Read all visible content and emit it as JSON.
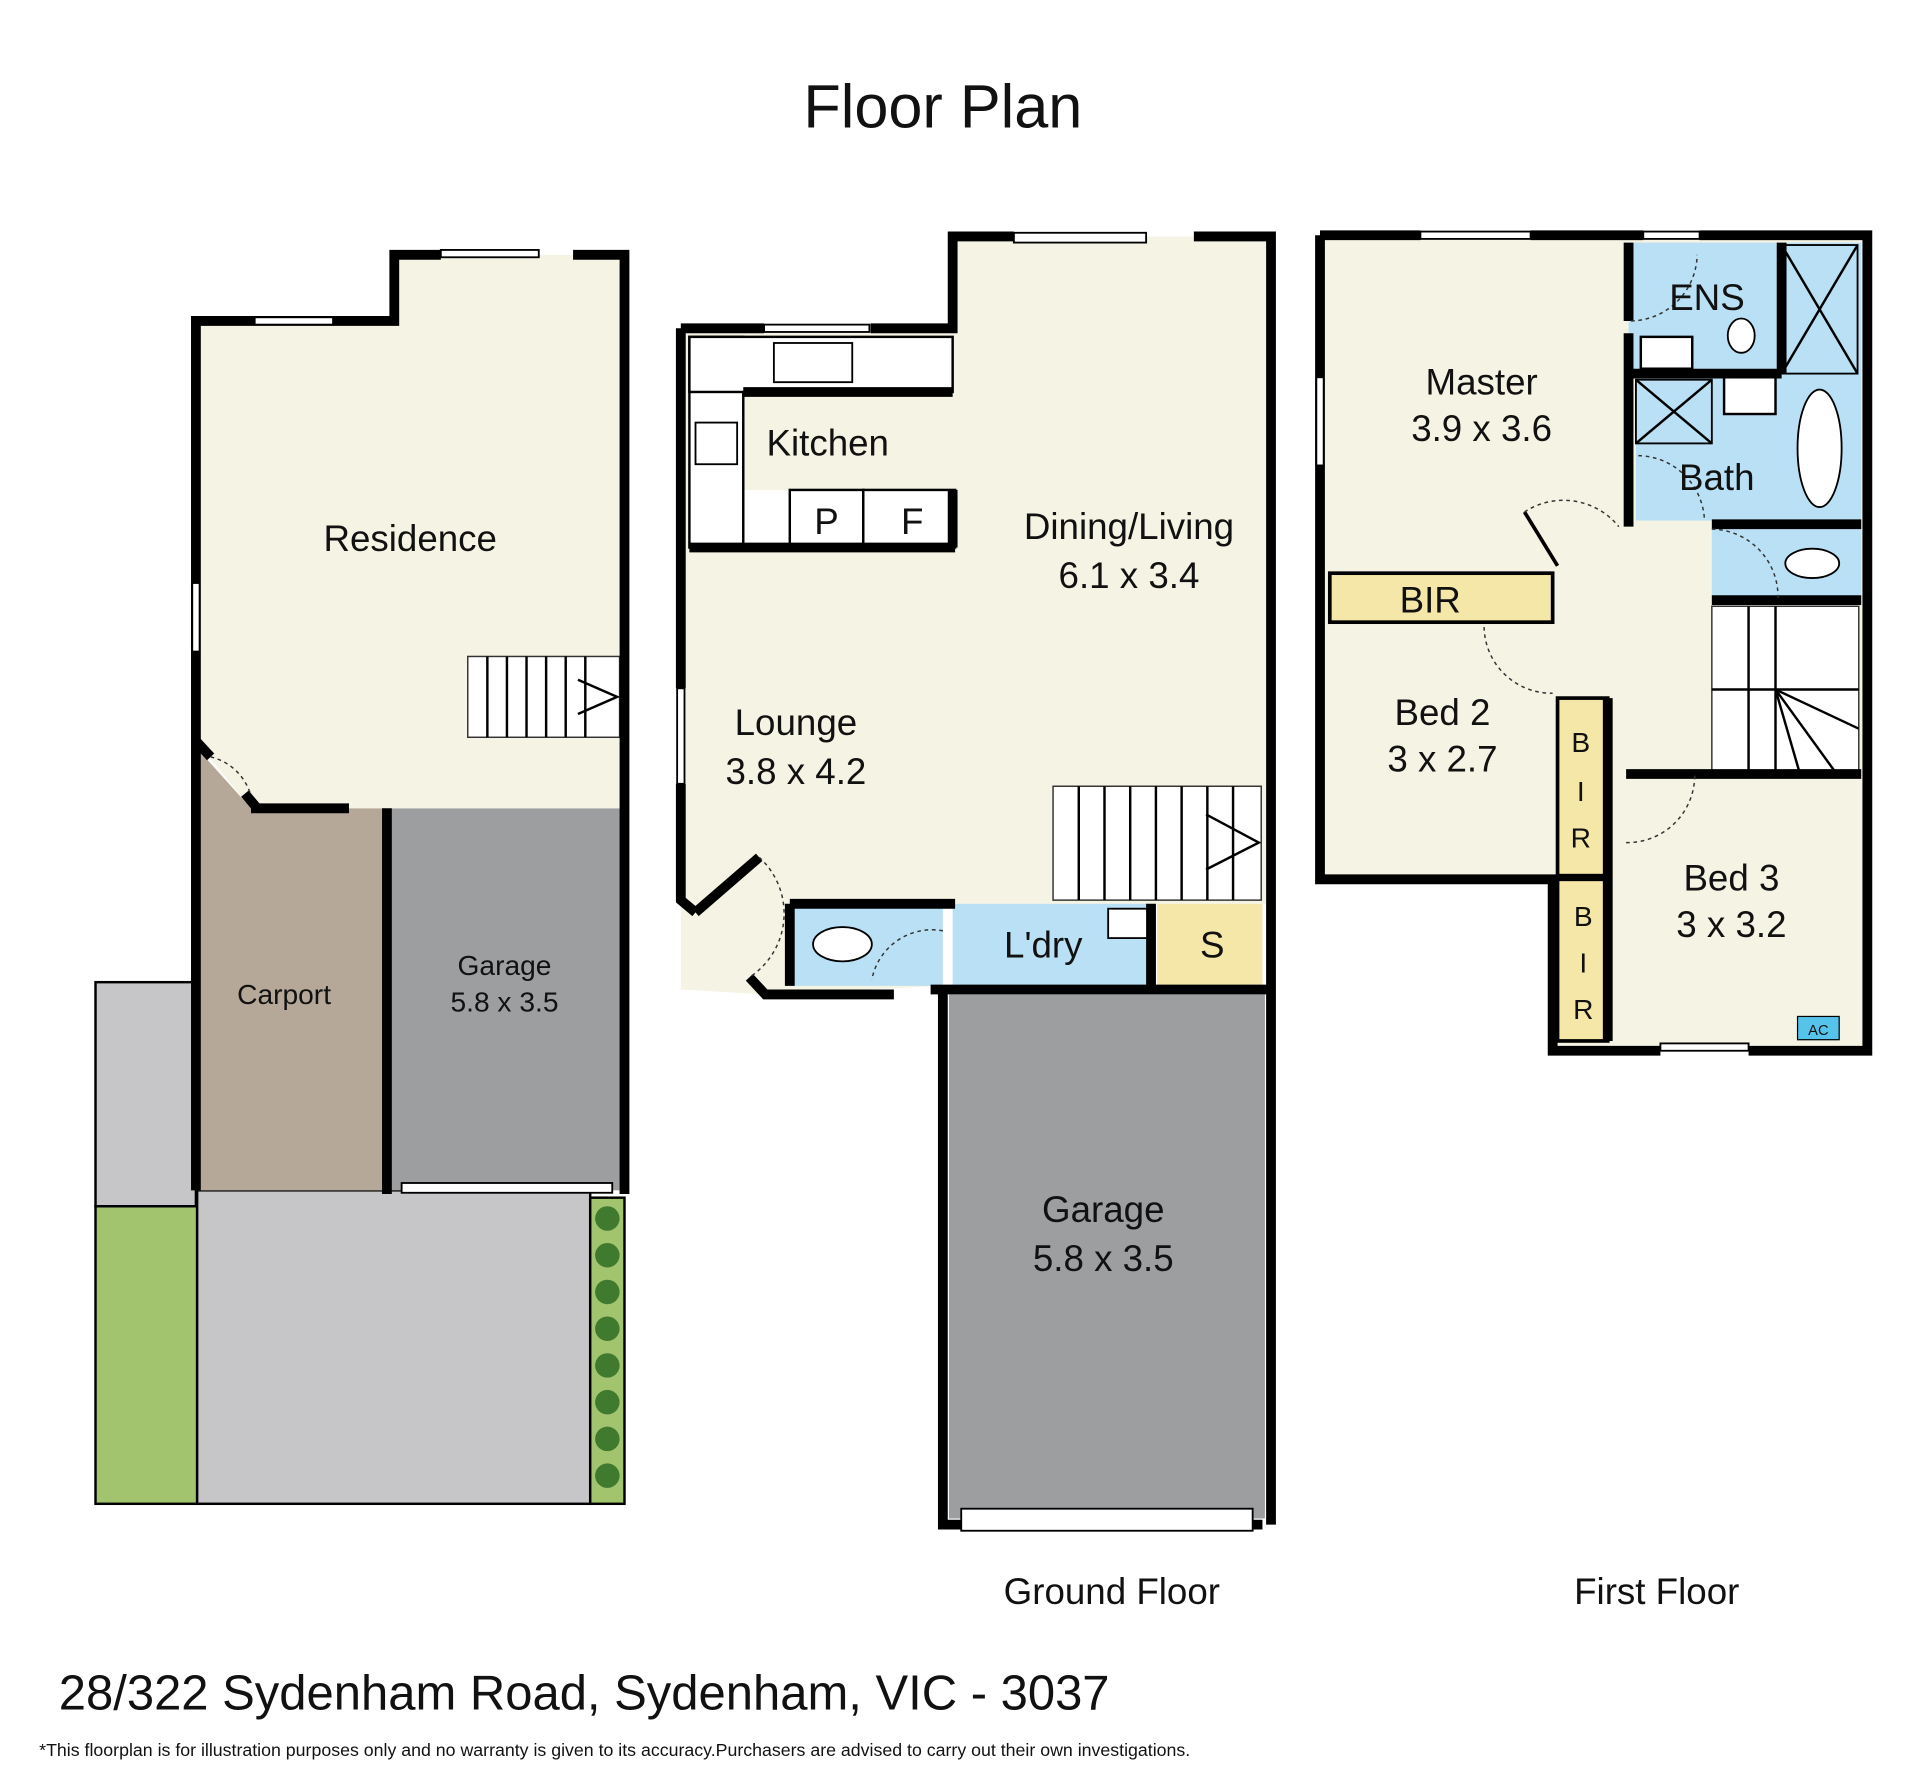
{
  "title": "Floor Plan",
  "address": "28/322 Sydenham Road, Sydenham, VIC - 3037",
  "disclaimer": "*This floorplan is for illustration purposes only and no warranty is given to its accuracy.Purchasers are advised to carry out their own investigations.",
  "site": {
    "residence": "Residence",
    "carport": "Carport",
    "garage": {
      "name": "Garage",
      "size": "5.8 x 3.5"
    }
  },
  "ground_floor": {
    "label": "Ground Floor",
    "kitchen": "Kitchen",
    "pantry": "P",
    "fridge": "F",
    "dining": {
      "name": "Dining/Living",
      "size": "6.1 x 3.4"
    },
    "lounge": {
      "name": "Lounge",
      "size": "3.8 x 4.2"
    },
    "laundry": "L'dry",
    "store": "S",
    "garage": {
      "name": "Garage",
      "size": "5.8 x 3.5"
    }
  },
  "first_floor": {
    "label": "First Floor",
    "ensuite": "ENS",
    "master": {
      "name": "Master",
      "size": "3.9 x 3.6"
    },
    "bath": "Bath",
    "bir": "BIR",
    "bir_v1": [
      "B",
      "I",
      "R"
    ],
    "bir_v2": [
      "B",
      "I",
      "R"
    ],
    "bed2": {
      "name": "Bed 2",
      "size": "3 x 2.7"
    },
    "bed3": {
      "name": "Bed 3",
      "size": "3 x 3.2"
    },
    "ac": "AC"
  },
  "colors": {
    "cream": "#f5f3e3",
    "wet": "#b9e0f5",
    "storage": "#f5e7a8",
    "garage": "#9d9ea0",
    "carport": "#b5a899",
    "lawn": "#a3c46f",
    "paving": "#c6c6c8"
  }
}
